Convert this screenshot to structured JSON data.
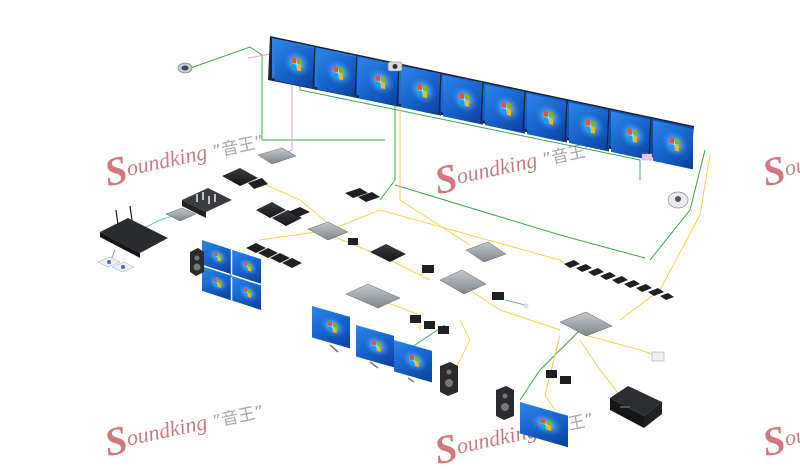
{
  "watermark": {
    "brand_first": "S",
    "brand_rest": "oundking",
    "brand_cn": "”音王”"
  },
  "colors": {
    "screen_blue": "#1f6fd6",
    "screen_light": "#6fc3ff",
    "bezel": "#1b2230",
    "device_grey": "#9aa0a6",
    "device_dark": "#1e1f22",
    "cable_green": "#3aa845",
    "cable_yellow": "#f1d24a",
    "cable_pink": "#e59bd8",
    "cable_cyan": "#5ec6e6",
    "watermark": "#c44a55"
  },
  "icons": {
    "screen": "windows-desktop-screen",
    "camera": "security-camera-icon",
    "speaker": "speaker-icon",
    "switch": "network-switch-icon",
    "mixer": "audio-mixer-icon",
    "router": "wireless-router-icon"
  }
}
